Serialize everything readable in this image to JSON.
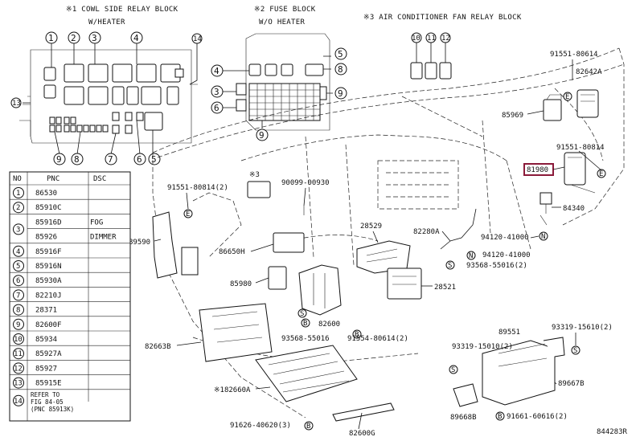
{
  "headers": {
    "cowl_title": "※1 COWL SIDE RELAY BLOCK",
    "cowl_sub": "W/HEATER",
    "fuse_title": "※2 FUSE BLOCK",
    "fuse_sub": "W/O HEATER",
    "ac_title": "※3 AIR CONDITIONER FAN RELAY BLOCK"
  },
  "callouts": {
    "c1": "1",
    "c2": "2",
    "c3": "3",
    "c4": "4",
    "c5": "5",
    "c6": "6",
    "c7": "7",
    "c8": "8",
    "c9": "9",
    "c10": "10",
    "c11": "11",
    "c12": "12",
    "c13": "13",
    "c14": "14"
  },
  "symbols": {
    "e": "E",
    "n": "N",
    "s": "S",
    "b": "B"
  },
  "labels": {
    "p91551_top": "91551-80614",
    "p82642a": "82642A",
    "p85969": "85969",
    "p91551_right": "91551-80814",
    "p81980": "81980",
    "p84340": "84340",
    "p94120_a": "94120-41000",
    "p94120_b": "94120-41000",
    "p93568_r": "93568-55016(2)",
    "p82280a": "82280A",
    "p28529": "28529",
    "p28521": "28521",
    "p91551_left": "91551-80814(2)",
    "star3": "※3",
    "p90099": "90099-00930",
    "p89590": "89590",
    "p86650h": "86650H",
    "p85980": "85980",
    "p82600": "82600",
    "p93568_l": "93568-55016",
    "p91554": "91554-80614(2)",
    "p82663b": "82663B",
    "p82660a": "※182660A",
    "p91626": "91626-40620(3)",
    "p82600g": "82600G",
    "p89551": "89551",
    "p93319_r": "93319-15610(2)",
    "p93319_l": "93319-15010(2)",
    "p89667b": "89667B",
    "p89668b": "89668B",
    "p91661": "91661-60616(2)",
    "fig_code": "844283R"
  },
  "table": {
    "head_no": "NO",
    "head_pnc": "PNC",
    "head_dsc": "DSC",
    "rows": [
      {
        "no": "1",
        "pnc": "86530",
        "dsc": ""
      },
      {
        "no": "2",
        "pnc": "85910C",
        "dsc": ""
      },
      {
        "no": "3",
        "pnc": "85916D",
        "dsc": "FOG"
      },
      {
        "no": "",
        "pnc": "85926",
        "dsc": "DIMMER"
      },
      {
        "no": "4",
        "pnc": "85916F",
        "dsc": ""
      },
      {
        "no": "5",
        "pnc": "85916N",
        "dsc": ""
      },
      {
        "no": "6",
        "pnc": "85930A",
        "dsc": ""
      },
      {
        "no": "7",
        "pnc": "82210J",
        "dsc": ""
      },
      {
        "no": "8",
        "pnc": "28371",
        "dsc": ""
      },
      {
        "no": "9",
        "pnc": "82600F",
        "dsc": ""
      },
      {
        "no": "10",
        "pnc": "85934",
        "dsc": ""
      },
      {
        "no": "11",
        "pnc": "85927A",
        "dsc": ""
      },
      {
        "no": "12",
        "pnc": "85927",
        "dsc": ""
      },
      {
        "no": "13",
        "pnc": "85915E",
        "dsc": ""
      }
    ],
    "row14_no": "14",
    "row14_l1": "REFER TO",
    "row14_l2": "FIG 84-05",
    "row14_l3": "(PNC 85913K)"
  }
}
